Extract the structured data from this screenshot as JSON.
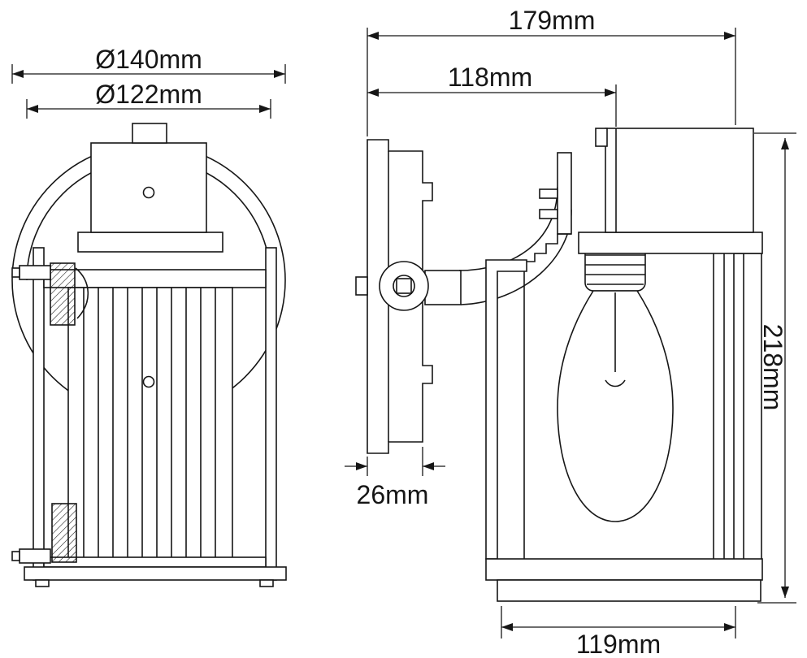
{
  "drawing": {
    "background_color": "#ffffff",
    "line_color": "#161616"
  },
  "dimensions": {
    "front_outer_diameter": "Ø140mm",
    "front_inner_diameter": "Ø122mm",
    "side_total_depth": "179mm",
    "side_arm_depth": "118mm",
    "backplate_thickness": "26mm",
    "overall_height": "218mm",
    "body_depth": "119mm"
  }
}
